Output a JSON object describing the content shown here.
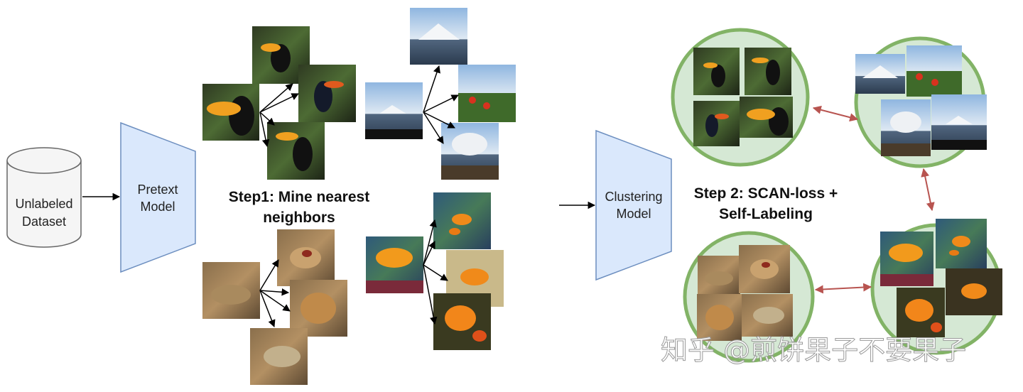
{
  "dataset": {
    "line1": "Unlabeled",
    "line2": "Dataset"
  },
  "pretext": {
    "line1": "Pretext",
    "line2": "Model"
  },
  "step1": {
    "line1": "Step1: Mine nearest",
    "line2": "neighbors"
  },
  "clustering": {
    "line1": "Clustering",
    "line2": "Model"
  },
  "step2": {
    "line1": "Step 2: SCAN-loss +",
    "line2": "Self-Labeling"
  },
  "watermark": "知乎 @煎饼果子不要果子",
  "colors": {
    "trapezoid_fill": "#dae8fc",
    "trapezoid_stroke": "#6c8ebf",
    "cluster_fill": "#d5e8d4",
    "cluster_stroke": "#82b366",
    "cluster_arrow": "#b85450"
  },
  "photos": {
    "toucan": "toucan-photo",
    "volcano": "volcano-photo",
    "leopard": "leopard-photo",
    "goldfish": "goldfish-photo"
  }
}
